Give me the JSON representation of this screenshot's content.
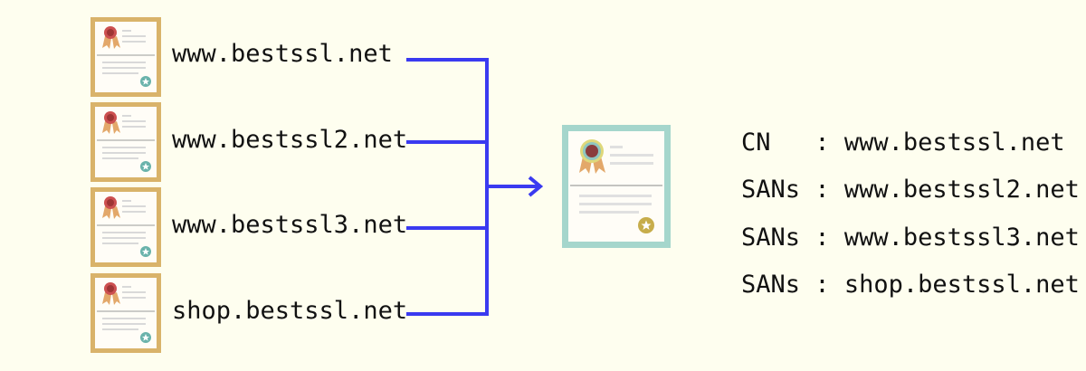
{
  "sources": [
    {
      "domain": "www.bestssl.net"
    },
    {
      "domain": "www.bestssl2.net"
    },
    {
      "domain": "www.bestssl3.net"
    },
    {
      "domain": "shop.bestssl.net"
    }
  ],
  "result": {
    "fields": [
      {
        "key": "CN  ",
        "sep": " : ",
        "value": "www.bestssl.net"
      },
      {
        "key": "SANs",
        "sep": " : ",
        "value": "www.bestssl2.net"
      },
      {
        "key": "SANs",
        "sep": " : ",
        "value": "www.bestssl3.net"
      },
      {
        "key": "SANs",
        "sep": " : ",
        "value": "shop.bestssl.net"
      }
    ]
  },
  "colors": {
    "background": "#fefeef",
    "small_cert_border": "#d9b36a",
    "big_cert_border": "#a5d6cc",
    "connector": "#3a3af0",
    "ribbon_red": "#cc5050",
    "seal_teal": "#6ab3ab",
    "seal_gold": "#c7ad4b"
  },
  "icons": {
    "source_cert": "certificate-icon",
    "merged_cert": "multi-domain-certificate-icon",
    "arrow": "arrow-right-icon"
  }
}
